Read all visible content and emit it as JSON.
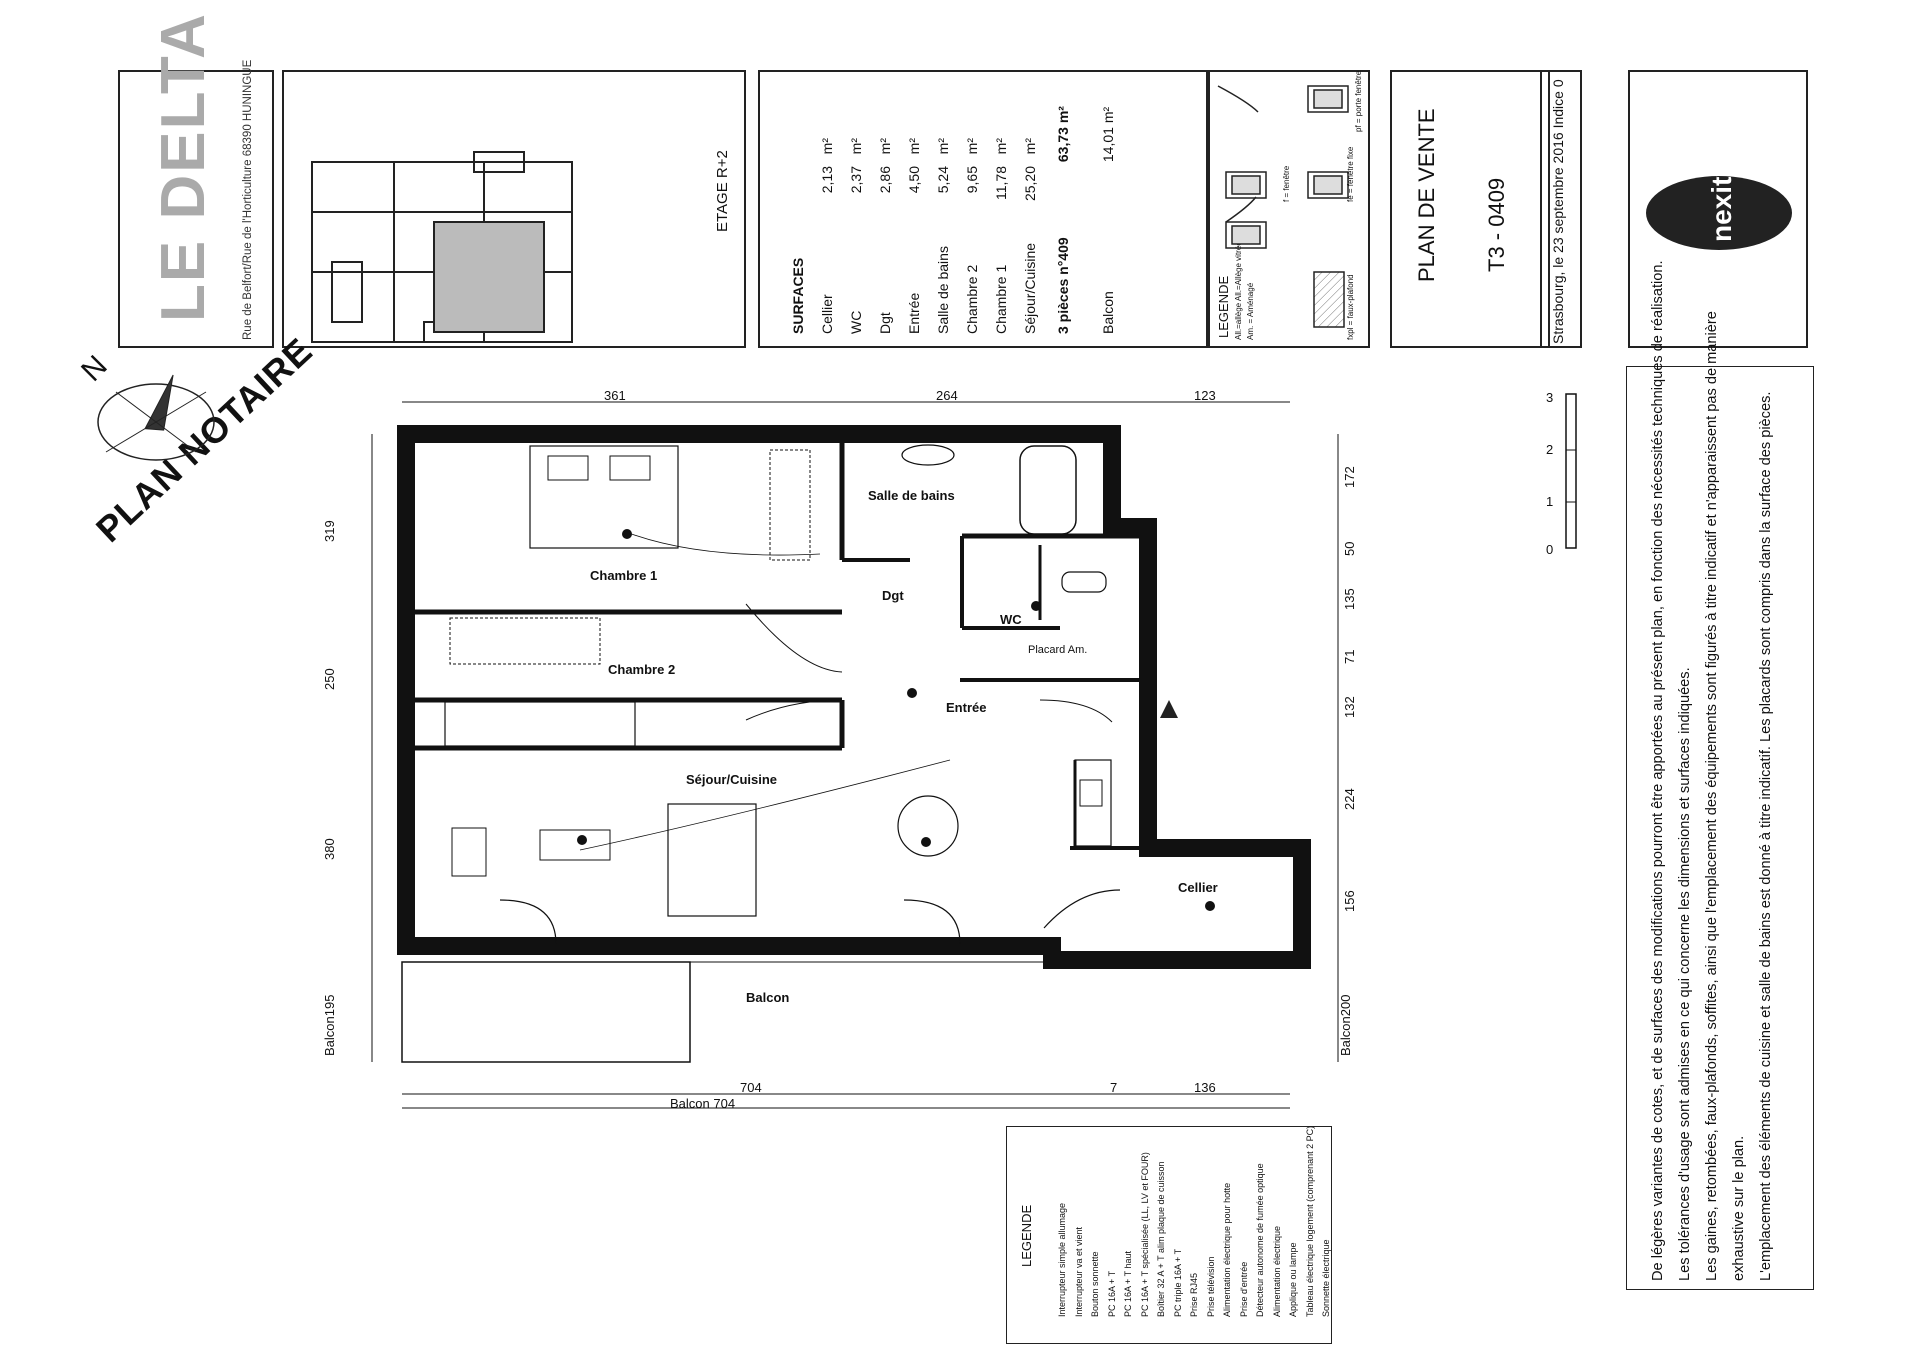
{
  "project": {
    "name": "LE DELTA",
    "address": "Rue de Belfort/Rue de l'Horticulture 68390 HUNINGUE"
  },
  "floor": {
    "label": "ETAGE  R+2"
  },
  "surfaces": {
    "title": "SURFACES",
    "rows": [
      {
        "name": "Cellier",
        "value": "2,13",
        "unit": "m²"
      },
      {
        "name": "WC",
        "value": "2,37",
        "unit": "m²"
      },
      {
        "name": "Dgt",
        "value": "2,86",
        "unit": "m²"
      },
      {
        "name": "Entrée",
        "value": "4,50",
        "unit": "m²"
      },
      {
        "name": "Salle de bains",
        "value": "5,24",
        "unit": "m²"
      },
      {
        "name": "Chambre 2",
        "value": "9,65",
        "unit": "m²"
      },
      {
        "name": "Chambre 1",
        "value": "11,78",
        "unit": "m²"
      },
      {
        "name": "Séjour/Cuisine",
        "value": "25,20",
        "unit": "m²"
      }
    ],
    "total_label": "3 pièces n°409",
    "total_value": "63,73 m²",
    "balcon_label": "Balcon",
    "balcon_value": "14,01 m²"
  },
  "legend_small": {
    "title": "LEGENDE",
    "items": [
      "All.=allège   All.=Allège vitrée",
      "Am. = Aménagé",
      "fxpl = faux-plafond",
      "f = fenêtre",
      "fe = fenêtre fixe",
      "pf = porte fenêtre"
    ]
  },
  "sheet": {
    "type": "PLAN DE VENTE",
    "lot": "T3 - 0409",
    "date": "Strasbourg, le 23 septembre 2016  Indice 0",
    "brand": "nexity"
  },
  "stamp": "PLAN NOTAIRE",
  "north": "N",
  "rooms": {
    "chambre1": "Chambre 1",
    "chambre2": "Chambre 2",
    "salle_de_bains": "Salle de bains",
    "dgt": "Dgt",
    "wc": "WC",
    "placard": "Placard Am.",
    "entree": "Entrée",
    "sejour": "Séjour/Cuisine",
    "cellier": "Cellier",
    "balcon": "Balcon"
  },
  "dims": {
    "top": [
      "361",
      "264",
      "123"
    ],
    "left": [
      "319",
      "250",
      "380",
      "Balcon195"
    ],
    "right": [
      "172",
      "50",
      "135",
      "71",
      "132",
      "224",
      "156",
      "Balcon200"
    ],
    "bottom": [
      "704",
      "7",
      "136"
    ],
    "bottom2": "Balcon  704"
  },
  "scale": [
    "0",
    "1",
    "2",
    "3"
  ],
  "legend_main": {
    "title": "LEGENDE",
    "items": [
      "Interrupteur simple allumage",
      "Interrupteur va et vient",
      "Bouton sonnette",
      "PC 16A + T",
      "PC 16A + T haut",
      "PC 16A + T spécialisée (LL, LV et FOUR)",
      "Boîtier 32 A + T alim plaque de cuisson",
      "PC triple 16A + T",
      "Prise RJ45",
      "Prise télévision",
      "Alimentation électrique pour hotte",
      "Prise d'entrée",
      "Détecteur autonome de fumée optique",
      "Alimentation électrique",
      "Applique ou lampe",
      "Tableau électrique logement (comprenant 2 PC)",
      "Sonnette électrique"
    ]
  },
  "notes": [
    "De légères variantes de cotes, et de surfaces des modifications pourront être apportées au présent plan, en fonction des nécessités techniques de réalisation.",
    "Les tolérances d'usage sont admises en ce qui concerne les dimensions et surfaces indiquées.",
    "Les gaines, retombées, faux-plafonds, soffites, ainsi que l'emplacement des équipements sont figurés à titre indicatif et n'apparaissent pas de manière",
    "exhaustive sur le plan.",
    "L'emplacement des éléments de cuisine et salle de bains est donné à titre indicatif. Les placards sont compris dans la surface des pièces."
  ]
}
